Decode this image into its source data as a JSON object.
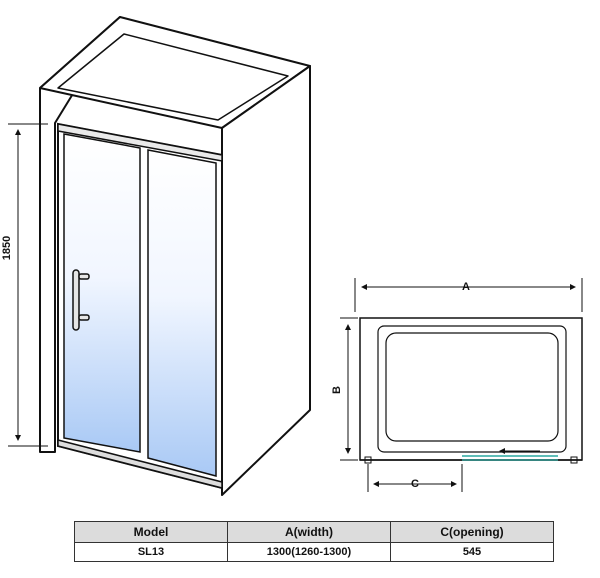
{
  "dimensions": {
    "height_label": "1850",
    "a_label": "A",
    "b_label": "B",
    "c_label": "C"
  },
  "spec_table": {
    "headers": [
      "Model",
      "A(width)",
      "C(opening)"
    ],
    "rows": [
      [
        "SL13",
        "1300(1260-1300)",
        "545"
      ]
    ]
  },
  "colors": {
    "outline": "#111111",
    "glass_top": "#ffffff",
    "glass_bottom": "#a9c9f5",
    "header_fill": "#dcdcdc",
    "track_accent": "#2aa8a0"
  }
}
